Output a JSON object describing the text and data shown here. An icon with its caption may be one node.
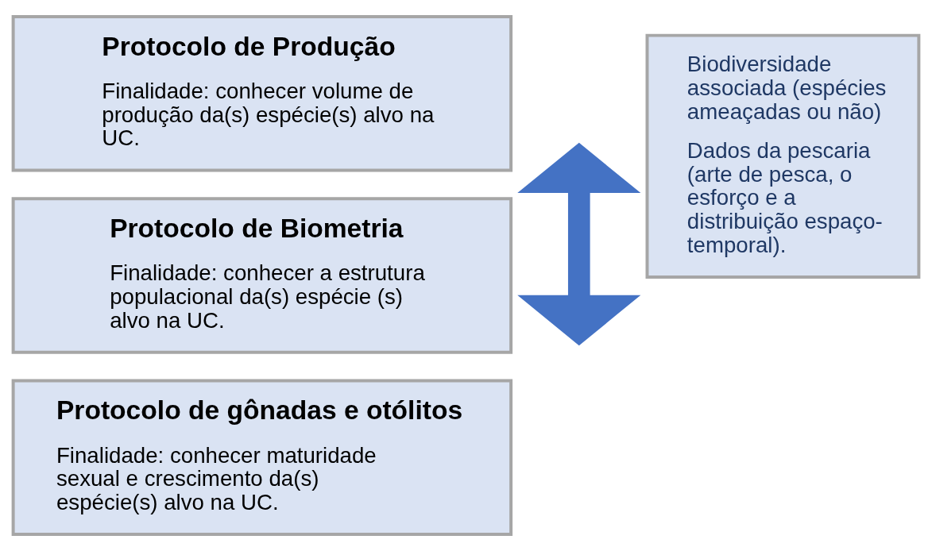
{
  "diagram": {
    "nodes": [
      {
        "text": [
          "Protocolo de Produção",
          "Finalidade: conhecer volume de produção da(s) espécie(s) alvo na UC."
        ]
      },
      {
        "text": [
          "Protocolo de Biometria",
          "Finalidade: conhecer a estrutura populacional da(s) espécie (s) alvo na UC."
        ]
      },
      {
        "text": [
          "Protocolo de gônadas e otólitos",
          "Finalidade: conhecer maturidade sexual e crescimento da(s) espécie(s) alvo na UC."
        ]
      },
      {
        "text": [
          "Biodiversidade associada (espécies ameaçadas ou não)",
          "Dados da pescaria (arte de pesca, o esforço e a distribuição espaço-temporal)."
        ]
      }
    ]
  }
}
